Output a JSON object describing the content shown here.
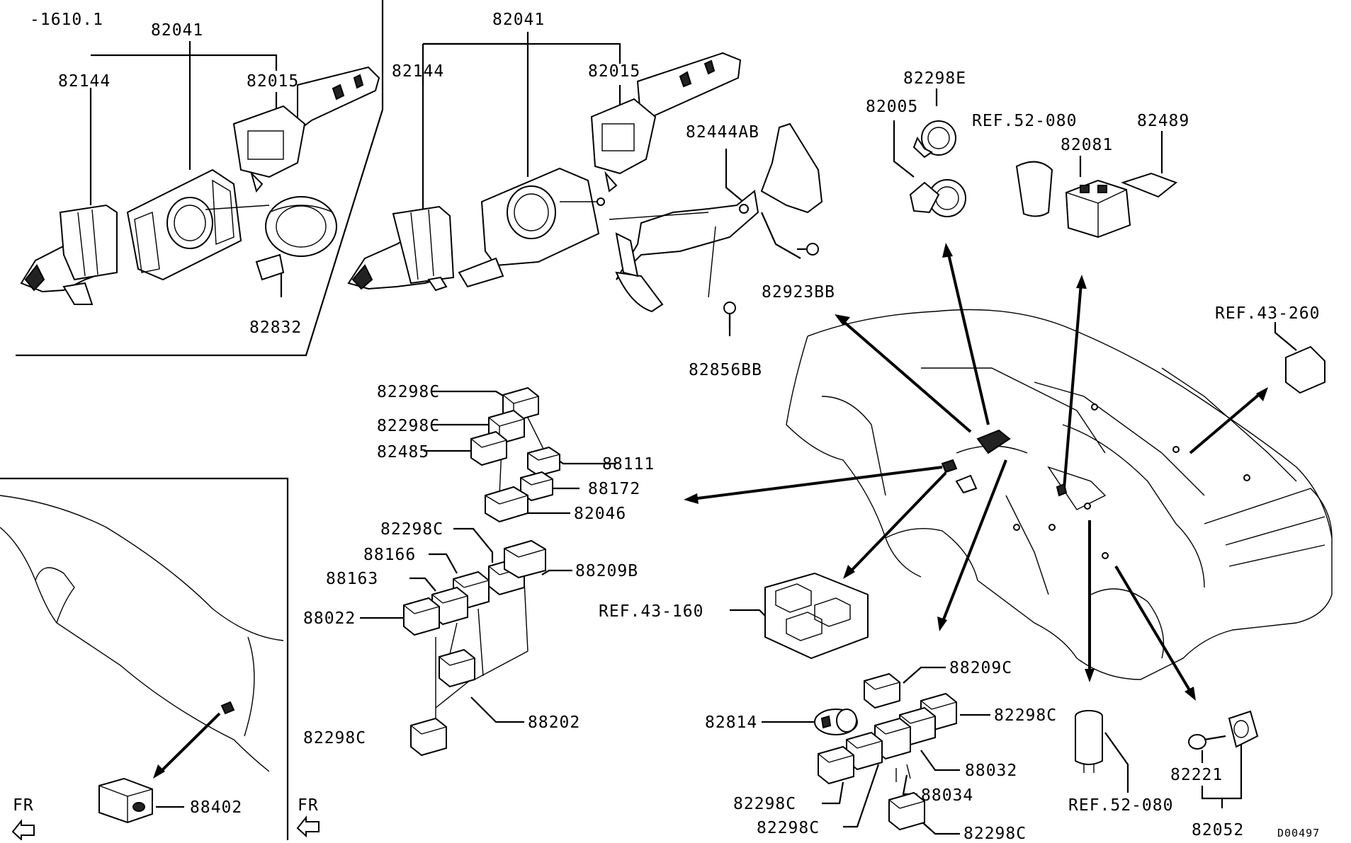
{
  "diagram": {
    "code_top_left": "-1610.1",
    "code_bottom_right": "D00497",
    "direction_marker": "FR",
    "inset_left": {
      "assembly": "82041",
      "parts": [
        "82144",
        "82015",
        "82832"
      ]
    },
    "main_combo": {
      "assembly": "82041",
      "parts": [
        "82144",
        "82015",
        "82444AB",
        "82923BB",
        "82856BB"
      ]
    },
    "top_right": [
      "82298E",
      "82005",
      "REF.52-080",
      "82081",
      "82489",
      "REF.43-260"
    ],
    "switch_group_upper": [
      "82298C",
      "82298C",
      "82485",
      "88111",
      "88172",
      "82046"
    ],
    "switch_group_middle": [
      "82298C",
      "88166",
      "88163",
      "88022",
      "88209B",
      "88202",
      "82298C"
    ],
    "window_switch": "REF.43-160",
    "bottom_group": [
      "88209C",
      "82814",
      "82298C",
      "88032",
      "88034",
      "82298C",
      "82298C",
      "82298C"
    ],
    "bottom_right": [
      "REF.52-080",
      "82221",
      "82052"
    ],
    "inset_bottom_left": [
      "88402"
    ]
  }
}
